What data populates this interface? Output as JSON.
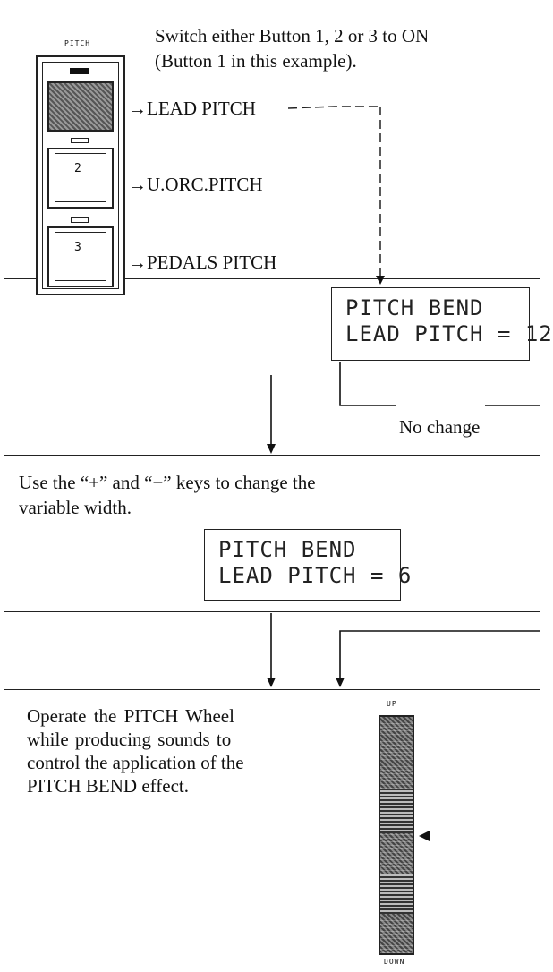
{
  "step1": {
    "panel_label": "PITCH",
    "button2_label": "2",
    "button3_label": "3",
    "instruction_line1": "Switch either Button 1, 2 or 3 to ON",
    "instruction_line2": "(Button 1 in this example).",
    "label_lead": "→LEAD PITCH",
    "label_orc": "→U.ORC.PITCH",
    "label_pedals": "→PEDALS PITCH",
    "display_line1": "PITCH BEND",
    "display_line2": "LEAD PITCH = 12"
  },
  "connector": {
    "no_change_label": "No change"
  },
  "step2": {
    "instruction_line1": "Use the “+” and “−” keys to change the",
    "instruction_line2": "variable width.",
    "display_line1": "PITCH BEND",
    "display_line2": "LEAD PITCH = 6"
  },
  "step3": {
    "instruction_lines": [
      "Operate the PITCH Wheel",
      "while producing sounds to",
      "control the application of the",
      "PITCH BEND effect."
    ],
    "wheel_up_label": "UP",
    "wheel_down_label": "DOWN"
  }
}
